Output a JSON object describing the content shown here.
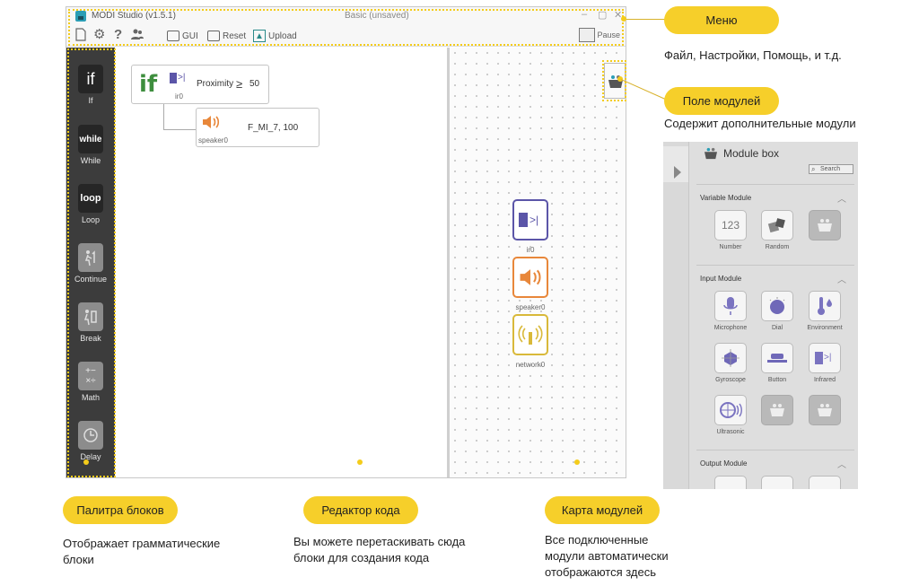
{
  "app": {
    "title": "MODI Studio (v1.5.1)",
    "doc_title": "Basic (unsaved)",
    "window_controls": [
      "–",
      "▢",
      "✕"
    ]
  },
  "toolbar": {
    "gui_label": "GUI",
    "reset_label": "Reset",
    "upload_label": "Upload",
    "pause_label": "Pause"
  },
  "palette": {
    "items": [
      {
        "tile": "if",
        "label": "If"
      },
      {
        "tile": "while",
        "label": "While"
      },
      {
        "tile": "loop",
        "label": "Loop"
      },
      {
        "tile": "",
        "label": "Continue"
      },
      {
        "tile": "",
        "label": "Break"
      },
      {
        "tile": "",
        "label": "Math"
      },
      {
        "tile": "",
        "label": "Delay"
      }
    ]
  },
  "editor": {
    "if_keyword": "if",
    "if_module": "ir0",
    "if_condition": "Proximity",
    "if_operator": "≥",
    "if_value": "50",
    "action_module": "speaker0",
    "action_value": "F_MI_7, 100"
  },
  "module_map": {
    "modules": [
      {
        "label": "ir0",
        "color": "#5b55a8"
      },
      {
        "label": "speaker0",
        "color": "#e8873a"
      },
      {
        "label": "network0",
        "color": "#d9b93a"
      }
    ]
  },
  "callouts": {
    "menu": {
      "title": "Меню",
      "desc": "Файл, Настройки, Помощь, и т.д."
    },
    "module_field": {
      "title": "Поле модулей",
      "desc": "Содержит дополнительные модули"
    },
    "palette": {
      "title": "Палитра блоков",
      "desc_line1": "Отображает грамматические",
      "desc_line2": "блоки"
    },
    "editor": {
      "title": "Редактор кода",
      "desc_line1": "Вы можете перетаскивать сюда",
      "desc_line2": "блоки для создания кода"
    },
    "module_map": {
      "title": "Карта модулей",
      "desc_line1": "Все подключенные",
      "desc_line2": "модули автоматически",
      "desc_line3": "отображаются здесь"
    }
  },
  "module_box": {
    "title": "Module box",
    "search_placeholder": "Search",
    "sections": [
      {
        "name": "Variable Module",
        "items": [
          "Number",
          "Random"
        ]
      },
      {
        "name": "Input Module",
        "items": [
          "Microphone",
          "Dial",
          "Environment",
          "Gyroscope",
          "Button",
          "Infrared",
          "Ultrasonic"
        ]
      },
      {
        "name": "Output Module",
        "items": []
      }
    ],
    "number_glyph": "123"
  },
  "colors": {
    "accent_yellow": "#f6cf2a",
    "palette_bg": "#3c3c3c",
    "ir": "#5b55a8",
    "speaker": "#e8873a",
    "network": "#d9b93a",
    "if_green": "#3e8e3e"
  }
}
